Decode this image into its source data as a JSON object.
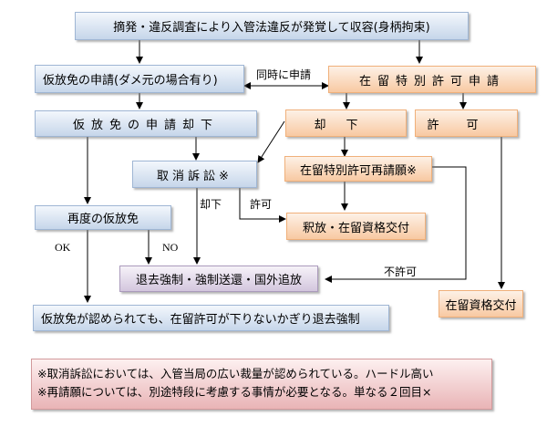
{
  "nodes": {
    "detention": "摘発・違反調査により入管法違反が発覚して収容(身柄拘束)",
    "provisional_release_application": "仮放免の申請(ダメ元の場合有り)",
    "special_permission_application": "在留特別許可申請",
    "provisional_release_denied": "仮放免の申請却下",
    "special_permission_denied": "却下",
    "special_permission_granted": "許可",
    "revocation_lawsuit": "取消訴訟※",
    "special_permission_reapplication": "在留特別許可再請願※",
    "provisional_release_again": "再度の仮放免",
    "release_and_status": "釈放・在留資格交付",
    "deportation": "退去強制・強制送還・国外追放",
    "status_granted": "在留資格交付",
    "deportation_unless_permission": "仮放免が認められても、在留許可が下りないかぎり退去強制"
  },
  "edge_labels": {
    "simultaneous": "同時に申請",
    "lawsuit_denied": "却下",
    "lawsuit_granted": "許可",
    "ok": "OK",
    "no": "NO",
    "not_permitted": "不許可"
  },
  "notes": [
    "※取消訴訟においては、入管当局の広い裁量が認められている。ハードル高い",
    "※再請願については、別途特段に考慮する事情が必要となる。単なる２回目×"
  ]
}
